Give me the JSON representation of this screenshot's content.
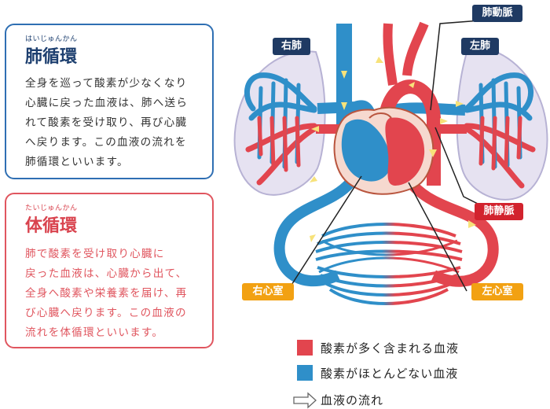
{
  "pulmonary": {
    "ruby": "はいじゅんかん",
    "title": "肺循環",
    "lines": [
      "全身を巡って酸素が少なくなり",
      "心臓に戻った血液は、肺へ送ら",
      "れて酸素を受け取り、再び心臓",
      "へ戻ります。この血液の流れを",
      "肺循環といいます。"
    ]
  },
  "systemic": {
    "ruby": "たいじゅんかん",
    "title": "体循環",
    "lines": [
      "肺で酸素を受け取り心臓に",
      "戻った血液は、心臓から出て、",
      "全身へ酸素や栄養素を届け、再",
      "び心臓へ戻ります。この血液の",
      "流れを体循環といいます。"
    ]
  },
  "labels": {
    "right_lung": "右肺",
    "left_lung": "左肺",
    "pulmonary_artery": "肺動脈",
    "pulmonary_vein": "肺静脈",
    "right_ventricle": "右心室",
    "left_ventricle": "左心室"
  },
  "legend": {
    "oxygen_rich": "酸素が多く含まれる血液",
    "oxygen_poor": "酸素がほとんどない血液",
    "flow": "血液の流れ"
  },
  "colors": {
    "oxygen_rich": "#e2454e",
    "oxygen_poor": "#2f8fc9",
    "navy": "#1f3a63",
    "label_red": "#d2232e",
    "label_orange": "#f2a112"
  },
  "icons": {
    "flow_arrow": "hollow-right-arrow-icon"
  }
}
